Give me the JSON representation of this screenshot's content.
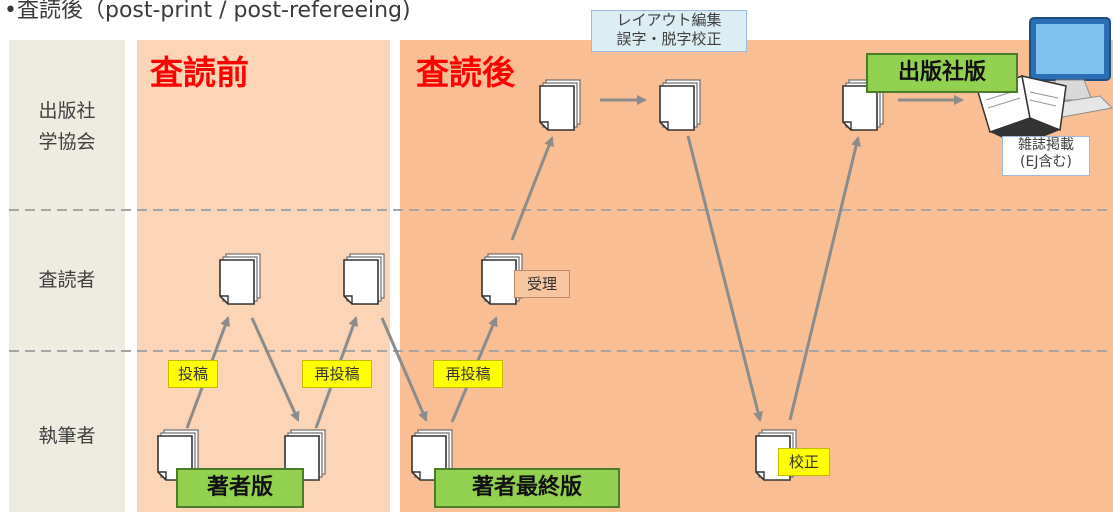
{
  "caption": "•査読後（post-print / post-refereeing)",
  "lanes": {
    "publisher_line1": "出版社",
    "publisher_line2": "学協会",
    "reviewer": "査読者",
    "author": "執筆者"
  },
  "phases": {
    "pre": "査読前",
    "post": "査読後"
  },
  "notes": {
    "layout_line1": "レイアウト編集",
    "layout_line2": "誤字・脱字校正",
    "magazine_line1": "雑誌掲載",
    "magazine_line2": "(EJ含む)"
  },
  "labels": {
    "submit": "投稿",
    "resubmit1": "再投稿",
    "resubmit2": "再投稿",
    "accepted": "受理",
    "proofread": "校正",
    "author_version": "著者版",
    "author_final": "著者最終版",
    "publisher_version": "出版社版"
  },
  "icons": {
    "document": "document-stack-icon",
    "computer": "computer-monitor-icon",
    "book": "open-book-icon"
  },
  "colors": {
    "pre_bg": "#fbd5b5",
    "post_bg": "#f9be94",
    "lane_bg": "#eeece1",
    "title_red": "#ff0000",
    "label_yellow": "#ffff00",
    "label_green": "#92d050",
    "arrow": "#8c8c8c"
  }
}
